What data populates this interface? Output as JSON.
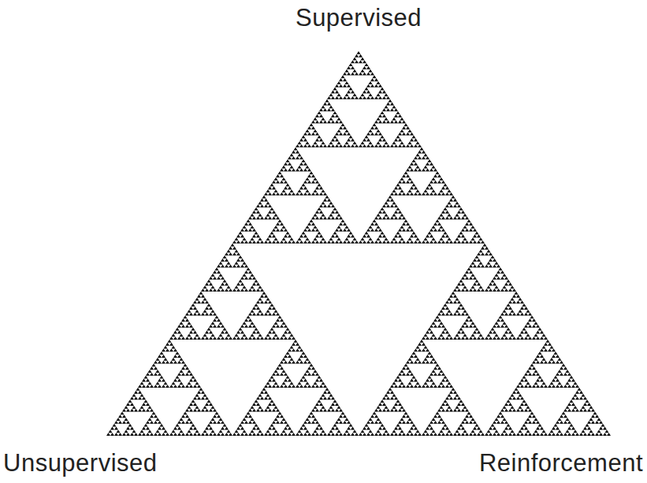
{
  "diagram": {
    "labels": [
      "Supervised",
      "Unsupervised",
      "Reinforcement"
    ]
  }
}
